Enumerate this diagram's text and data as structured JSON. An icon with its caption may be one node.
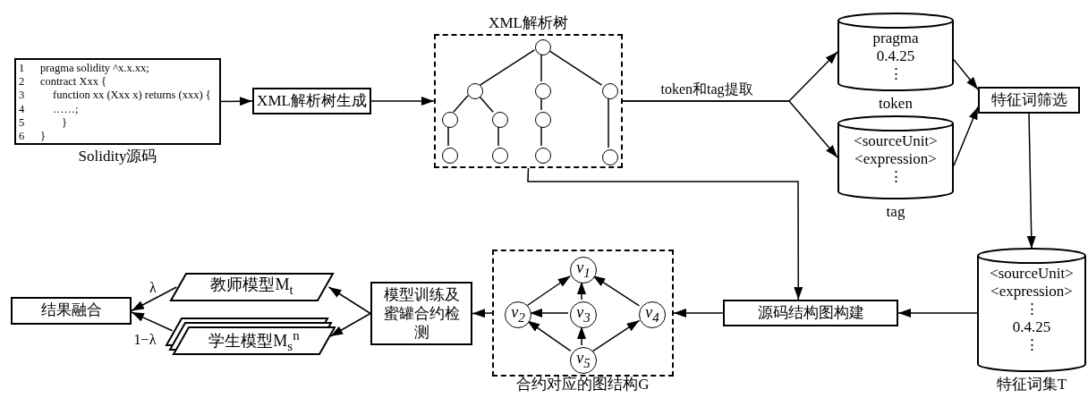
{
  "diagram": {
    "nodes": [
      {
        "text": [
          "1",
          "pragma solidity ^x.x.xx;",
          "2",
          "contract Xxx {",
          "3",
          "function xx (Xxx x) returns (xxx) {",
          "4",
          "……;",
          "5",
          "}",
          "6",
          "}"
        ],
        "beside": [
          "Solidity源码"
        ]
      },
      {
        "text": [
          "XML解析树生成"
        ]
      },
      {
        "text": [
          "XML解析树"
        ]
      },
      {
        "text": [],
        "shape": "circle",
        "in": 2
      },
      {
        "text": [],
        "shape": "circle",
        "in": 2
      },
      {
        "text": [],
        "shape": "circle",
        "in": 2
      },
      {
        "text": [],
        "shape": "circle",
        "in": 2
      },
      {
        "text": [],
        "shape": "circle",
        "in": 2
      },
      {
        "text": [],
        "shape": "circle",
        "in": 2
      },
      {
        "text": [],
        "shape": "circle",
        "in": 2
      },
      {
        "text": [],
        "shape": "circle",
        "in": 2
      },
      {
        "text": [],
        "shape": "circle",
        "in": 2
      },
      {
        "text": [],
        "shape": "circle",
        "in": 2
      },
      {
        "text": [],
        "shape": "circle",
        "in": 2
      },
      {
        "text": [
          "pragma",
          "0.4.25",
          "⋮"
        ],
        "beside": [
          "token"
        ]
      },
      {
        "text": [
          "<sourceUnit>",
          "<expression>",
          "⋮"
        ],
        "beside": [
          "tag"
        ]
      },
      {
        "text": [
          "特征词筛选"
        ]
      },
      {
        "text": [
          "<sourceUnit>",
          "<expression>",
          "⋮",
          "0.4.25",
          "⋮"
        ],
        "beside": [
          "特征词集T"
        ]
      },
      {
        "text": [
          "源码结构图构建"
        ]
      },
      {
        "text": [
          "合约对应的图结构G"
        ]
      },
      {
        "text": [
          "*v*$_{1}$"
        ],
        "in": 19
      },
      {
        "text": [
          "*v*$_{2}$"
        ],
        "in": 19
      },
      {
        "text": [
          "*v*$_{3}$"
        ],
        "in": 19
      },
      {
        "text": [
          "*v*$_{4}$"
        ],
        "in": 19
      },
      {
        "text": [
          "*v*$_{5}$"
        ],
        "in": 19
      },
      {
        "text": [
          "模型训练及蜜罐合约检测"
        ]
      },
      {
        "text": [
          "教师模型M$_{t}$"
        ]
      },
      {
        "text": [
          "学生模型M$_{s}$$^{n}$"
        ]
      },
      {
        "text": [
          "结果融合"
        ]
      }
    ],
    "edges": [
      {
        "from": 0,
        "to": 1,
        "arrow": "to"
      },
      {
        "from": 1,
        "to": 2,
        "arrow": "to"
      },
      {
        "from": 2,
        "to": 14,
        "arrow": "to",
        "label": "token和tag提取"
      },
      {
        "from": 2,
        "to": 15,
        "arrow": "to"
      },
      {
        "from": 14,
        "to": 16,
        "arrow": "to"
      },
      {
        "from": 15,
        "to": 16,
        "arrow": "to"
      },
      {
        "from": 16,
        "to": 17,
        "arrow": "to"
      },
      {
        "from": 17,
        "to": 18,
        "arrow": "to"
      },
      {
        "from": 2,
        "to": 18,
        "arrow": "to"
      },
      {
        "from": 18,
        "to": 19,
        "arrow": "to"
      },
      {
        "from": 19,
        "to": 25,
        "arrow": "to"
      },
      {
        "from": 21,
        "to": 20,
        "arrow": "to"
      },
      {
        "from": 22,
        "to": 20,
        "arrow": "to"
      },
      {
        "from": 23,
        "to": 20,
        "arrow": "to"
      },
      {
        "from": 22,
        "to": 21,
        "arrow": "to"
      },
      {
        "from": 24,
        "to": 21,
        "arrow": "to"
      },
      {
        "from": 24,
        "to": 22,
        "arrow": "to"
      },
      {
        "from": 24,
        "to": 23,
        "arrow": "to"
      },
      {
        "from": 25,
        "to": 26,
        "arrow": "to"
      },
      {
        "from": 25,
        "to": 27,
        "arrow": "to"
      },
      {
        "from": 26,
        "to": 28,
        "arrow": "to",
        "label": "λ"
      },
      {
        "from": 27,
        "to": 28,
        "arrow": "to",
        "label": "1−λ"
      },
      {
        "from": 3,
        "to": 4,
        "arrow": "none"
      },
      {
        "from": 3,
        "to": 5,
        "arrow": "none"
      },
      {
        "from": 3,
        "to": 6,
        "arrow": "none"
      },
      {
        "from": 4,
        "to": 7,
        "arrow": "none"
      },
      {
        "from": 4,
        "to": 8,
        "arrow": "none"
      },
      {
        "from": 5,
        "to": 9,
        "arrow": "none"
      },
      {
        "from": 7,
        "to": 10,
        "arrow": "none"
      },
      {
        "from": 8,
        "to": 11,
        "arrow": "none"
      },
      {
        "from": 9,
        "to": 12,
        "arrow": "none"
      },
      {
        "from": 6,
        "to": 13,
        "arrow": "none"
      }
    ]
  }
}
